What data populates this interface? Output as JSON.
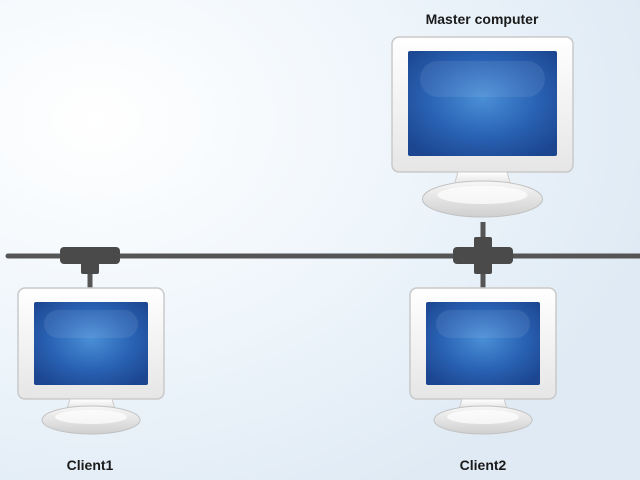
{
  "nodes": {
    "master": {
      "label": "Master computer",
      "icon": "monitor-icon"
    },
    "client1": {
      "label": "Client1",
      "icon": "monitor-icon"
    },
    "client2": {
      "label": "Client2",
      "icon": "monitor-icon"
    }
  },
  "bus": {
    "icon": "t-connector-icon"
  },
  "colors": {
    "background": "#f3f8fc",
    "bus_line": "#555555",
    "connector": "#4a4a4a",
    "monitor_frame": "#f4f4f4",
    "screen_dark": "#1f4f9c",
    "screen_light": "#4a8fd6"
  }
}
